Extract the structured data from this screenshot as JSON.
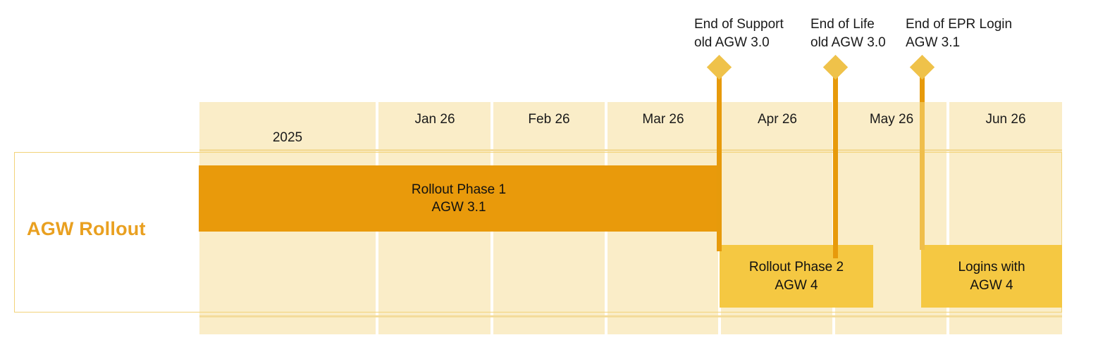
{
  "chart_data": {
    "type": "table",
    "title": "AGW Rollout",
    "xlabel": "",
    "ylabel": "",
    "grid": true,
    "legend": "none",
    "categories": [
      "2025",
      "Jan 26",
      "Feb 26",
      "Mar 26",
      "Apr 26",
      "May 26",
      "Jun 26"
    ],
    "series": [
      {
        "name": "Rollout Phase 1 AGW 3.1",
        "label_line1": "Rollout Phase 1",
        "label_line2": "AGW 3.1",
        "start_category": "2025",
        "end_category": "Apr 26",
        "row": 1
      },
      {
        "name": "Rollout Phase 2 AGW 4",
        "label_line1": "Rollout Phase 2",
        "label_line2": "AGW 4",
        "start_category": "Apr 26",
        "end_category": "May 26",
        "row": 2
      },
      {
        "name": "Logins with AGW 4",
        "label_line1": "Logins with",
        "label_line2": "AGW 4",
        "start_category": "May 26",
        "end_category": "Jun 26",
        "row": 2
      }
    ],
    "milestones": [
      {
        "name": "End of Support old AGW 3.0",
        "label_line1": "End of Support",
        "label_line2": "old AGW 3.0",
        "at_category": "Apr 26"
      },
      {
        "name": "End of Life old AGW 3.0",
        "label_line1": "End of Life",
        "label_line2": "old AGW 3.0",
        "at_category": "May 26"
      },
      {
        "name": "End of EPR Login AGW 3.1",
        "label_line1": "End of EPR Login",
        "label_line2": "AGW 3.1",
        "at_category": "May 26"
      }
    ]
  },
  "row": {
    "title": "AGW Rollout"
  },
  "header": {
    "months": [
      {
        "label": "2025"
      },
      {
        "label": "Jan 26"
      },
      {
        "label": "Feb 26"
      },
      {
        "label": "Mar 26"
      },
      {
        "label": "Apr 26"
      },
      {
        "label": "May 26"
      },
      {
        "label": "Jun 26"
      }
    ]
  },
  "bars": [
    {
      "line1": "Rollout Phase 1",
      "line2": "AGW 3.1"
    },
    {
      "line1": "Rollout Phase 2",
      "line2": "AGW 4"
    },
    {
      "line1": "Logins with",
      "line2": "AGW 4"
    }
  ],
  "milestones": [
    {
      "line1": "End of Support",
      "line2": "old AGW 3.0"
    },
    {
      "line1": "End of Life",
      "line2": "old AGW 3.0"
    },
    {
      "line1": "End of EPR Login",
      "line2": "AGW 3.1"
    }
  ],
  "colors": {
    "bar_primary": "#E99A0B",
    "bar_secondary": "#F5C842",
    "band_background": "#FAEDC8",
    "grid_line": "#F4DC9B",
    "title_accent": "#E9A020",
    "milestone": "#E79A0B",
    "diamond": "#EFC24A",
    "label_border": "#F2D37A"
  }
}
